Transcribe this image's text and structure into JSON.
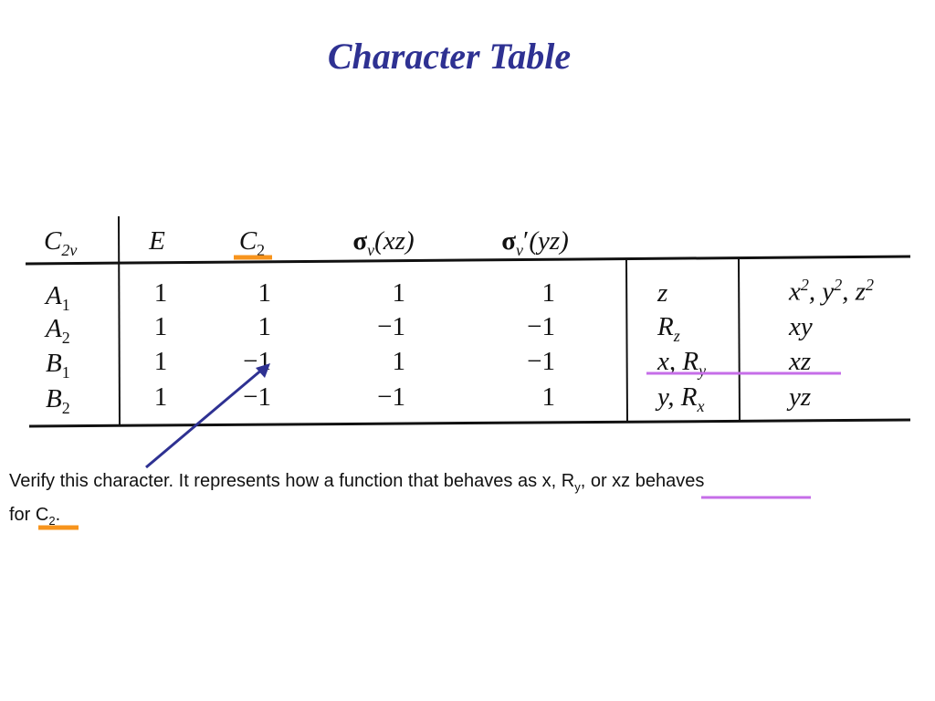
{
  "title": "Character Table",
  "table": {
    "group": "C",
    "group_sub": "2v",
    "headers": {
      "E": "E",
      "C2": "C",
      "C2_sub": "2",
      "sv": "σ",
      "sv_sub": "v",
      "sv_arg": "(xz)",
      "svp": "σ",
      "svp_sub": "v",
      "svp_prime": "′",
      "svp_arg": "(yz)"
    },
    "rows": [
      {
        "label": "A",
        "label_sub": "1",
        "chars": [
          "1",
          "1",
          "1",
          "1"
        ],
        "linear": "z",
        "quad": [
          "x",
          "2",
          ", y",
          "2",
          ", z",
          "2"
        ]
      },
      {
        "label": "A",
        "label_sub": "2",
        "chars": [
          "1",
          "1",
          "−1",
          "−1"
        ],
        "linear": "R",
        "linear_sub": "z",
        "quad": "xy"
      },
      {
        "label": "B",
        "label_sub": "1",
        "chars": [
          "1",
          "−1",
          "1",
          "−1"
        ],
        "linear": "x, R",
        "linear_sub": "y",
        "quad": "xz"
      },
      {
        "label": "B",
        "label_sub": "2",
        "chars": [
          "1",
          "−1",
          "−1",
          "1"
        ],
        "linear": "y, R",
        "linear_sub": "x",
        "quad": "yz"
      }
    ]
  },
  "caption": {
    "line1_a": "Verify this character.  It represents how a function that behaves as x, R",
    "line1_sub": "y",
    "line1_b": ", or xz behaves",
    "line2_a": "for C",
    "line2_sub": "2",
    "line2_b": "."
  },
  "colors": {
    "title": "#2e3192",
    "orange_highlight": "#f7941d",
    "purple_highlight": "#c66ee8",
    "arrow": "#2e3192",
    "rules": "#111111"
  }
}
